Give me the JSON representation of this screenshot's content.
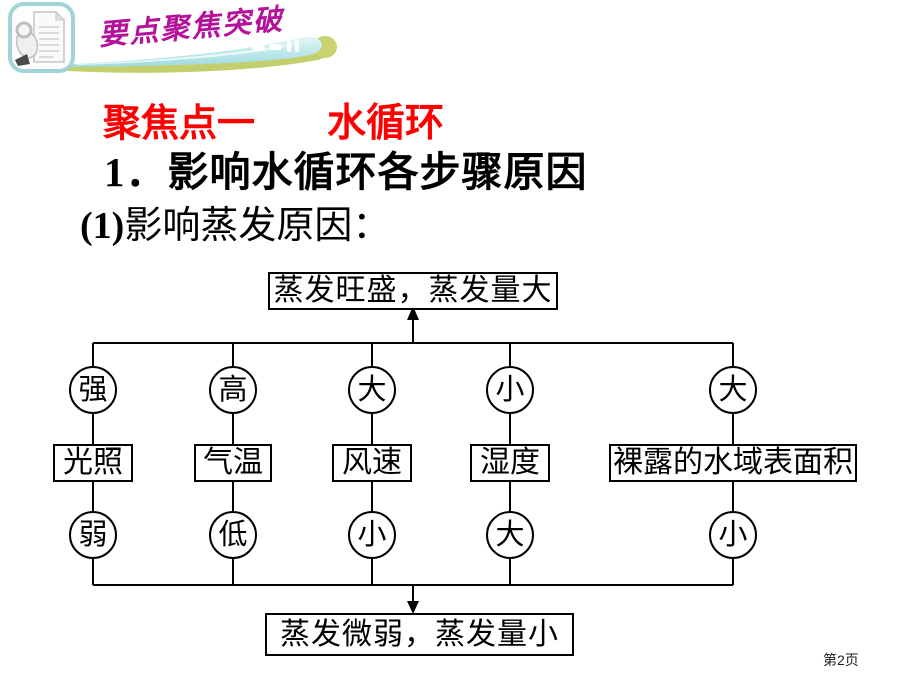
{
  "banner": {
    "title": "要点聚焦突破"
  },
  "titles": {
    "focus_label": "聚焦点一",
    "focus_topic": "水循环",
    "heading": "1．影响水循环各步骤原因",
    "sub_prefix": "(1)",
    "sub_text": "影响蒸发原因："
  },
  "diagram": {
    "top_result": "蒸发旺盛，蒸发量大",
    "bottom_result": "蒸发微弱，蒸发量小",
    "factors": [
      {
        "name": "光照",
        "strong": "强",
        "weak": "弱"
      },
      {
        "name": "气温",
        "strong": "高",
        "weak": "低"
      },
      {
        "name": "风速",
        "strong": "大",
        "weak": "小"
      },
      {
        "name": "湿度",
        "strong": "小",
        "weak": "大"
      },
      {
        "name": "裸露的水域表面积",
        "strong": "大",
        "weak": "小"
      }
    ]
  },
  "footer": {
    "page_number": "第2页"
  },
  "colors": {
    "title_red": "#fe0000",
    "banner_purple": "#b5119b",
    "banner_teal": "#9edbe0",
    "banner_olive": "#c3cf6d",
    "diagram_line": "#000000"
  }
}
